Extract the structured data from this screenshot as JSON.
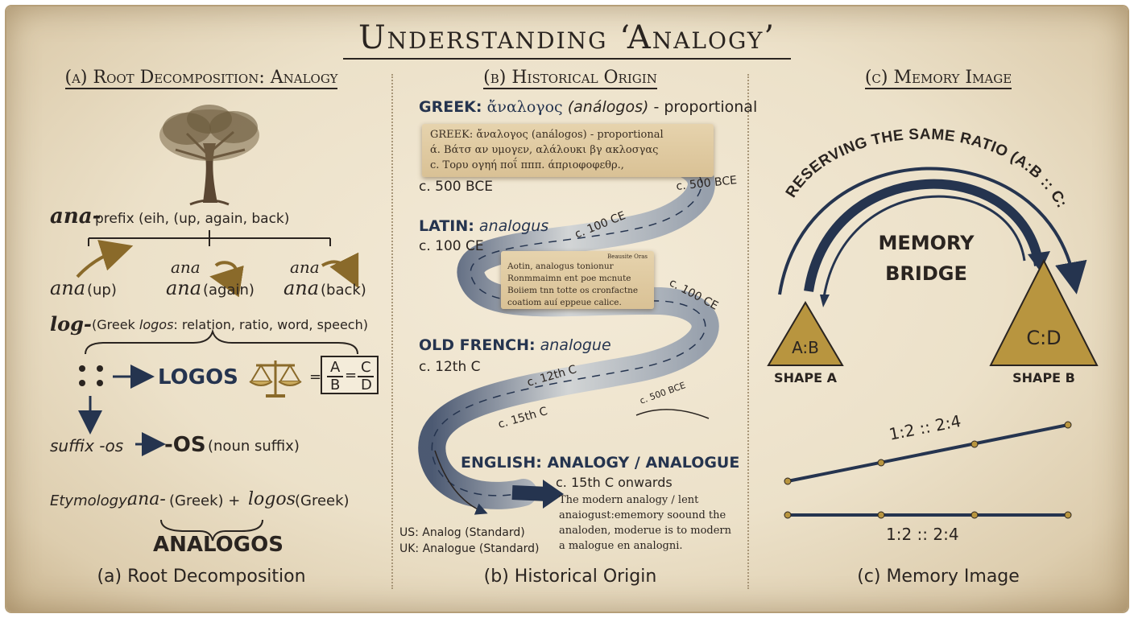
{
  "title": "Understanding ‘Analogy’",
  "panels": {
    "a": {
      "heading": "(a) Root Decomposition: Analogy",
      "footer": "(a) Root Decomposition",
      "prefix_term": "ana-",
      "prefix_desc": "prefix (eih, (up, again, back)",
      "branches": [
        {
          "term": "ana",
          "gloss": "(up)"
        },
        {
          "term": "ana",
          "gloss": "(again)",
          "top": "ana"
        },
        {
          "term": "ana",
          "gloss": "(back)",
          "top": "ana"
        }
      ],
      "log_term": "log-",
      "log_desc_pre": "(Greek ",
      "log_desc_word": "logos",
      "log_desc_post": ": relation, ratio, word, speech)",
      "logos_label": "LOGOS",
      "equation": {
        "a": "A",
        "b": "B",
        "c": "C",
        "d": "D",
        "eq": "="
      },
      "suffix_term": "suffix -os",
      "suffix_result": "-OS",
      "suffix_desc": "(noun suffix)",
      "etym_label": "Etymology:",
      "etym_ana": "ana-",
      "etym_greek1": "(Greek) +",
      "etym_logos": "logos",
      "etym_greek2": "(Greek)",
      "result": "ANALOGOS"
    },
    "b": {
      "heading": "(b) Historical Origin",
      "footer": "(b) Historical Origin",
      "greek_label": "GREEK:",
      "greek_word": "ἄναλογος",
      "greek_translit": "(análogos)",
      "greek_meaning": "- proportional",
      "greek_date": "c. 500 BCE",
      "scroll1_lines": [
        "GREEK: ἄναλογος (análogos) - proportional",
        "ά. Βάτσ αν υμογεν, αλάλουκι βγ ακλοσγας",
        "c. Τορυ ογηή ποΐ πππ. άπριοφοφεθρ.,"
      ],
      "path_date_1": "c. 500 BCE",
      "latin_label": "LATIN:",
      "latin_word": "analogus",
      "latin_date": "c. 100 CE",
      "path_date_2": "c. 100 CE",
      "scroll2_header": "Beausite Oras",
      "scroll2_lines": [
        "Aotin, analogus tonionur",
        "Ronmmaimn ent poe mcnute",
        "Boiiem tnn totte os cronfactne",
        "coatiom auí eppeue calice."
      ],
      "path_date_3": "c. 100 CE",
      "french_label": "OLD FRENCH:",
      "french_word": "analogue",
      "french_date": "c. 12th C",
      "path_date_4": "c. 12th C",
      "path_date_5": "c. 500 BCE",
      "path_date_6": "c. 15th C",
      "english_label": "ENGLISH: ANALOGY / ANALOGUE",
      "english_date": "c. 15th C onwards",
      "english_lines": [
        "The modern analogy / lent",
        "anaiogust:ememory soound the",
        "analoden, moderue is to modern",
        "a m̵alogue en analogni."
      ],
      "us_label": "US: Analog (Standard)",
      "uk_label": "UK: Analogue (Standard)"
    },
    "c": {
      "heading": "(c) Memory Image",
      "footer": "(c) Memory Image",
      "arc_text": "PRESERVING THE SAME RATIO (A:B :: C:D)",
      "bridge_line1": "MEMORY",
      "bridge_line2": "BRIDGE",
      "shape_a_ratio": "A:B",
      "shape_b_ratio": "C:D",
      "shape_a_label": "SHAPE A",
      "shape_b_label": "SHAPE B",
      "ratio_1": "1:2 :: 2:4",
      "ratio_2": "1:2 :: 2:4"
    }
  },
  "colors": {
    "ink": "#2a2420",
    "navy": "#25344f",
    "gold": "#b8953f",
    "parchment": "#ece1c9"
  }
}
